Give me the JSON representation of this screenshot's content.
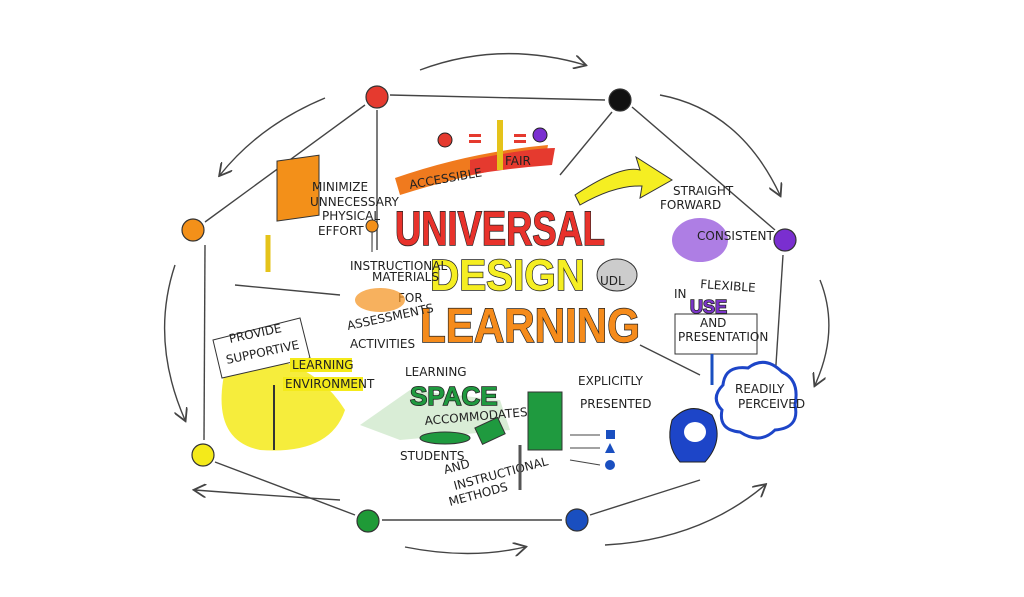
{
  "title": {
    "line1": "UNIVERSAL",
    "line2": "DESIGN",
    "line3": "FOR",
    "line4": "LEARNING"
  },
  "banner": {
    "left": "ACCESSIBLE",
    "right": "FAIR"
  },
  "labels": {
    "minimize": [
      "MINIMIZE",
      "UNNECESSARY",
      "PHYSICAL",
      "EFFORT"
    ],
    "instructional_materials": [
      "INSTRUCTIONAL",
      "MATERIALS"
    ],
    "assessments": "ASSESSMENTS",
    "activities": "ACTIVITIES",
    "straight_forward": [
      "STRAIGHT",
      "FORWARD"
    ],
    "consistent": "CONSISTENT",
    "udl": "UDL",
    "flexible": {
      "in": "IN",
      "flexible": "FLEXIBLE",
      "use": "USE",
      "and": "AND",
      "presentation": "PRESENTATION"
    },
    "provide_supportive": [
      "PROVIDE",
      "SUPPORTIVE"
    ],
    "learning_environment": [
      "LEARNING",
      "ENVIRONMENT"
    ],
    "learning_space": {
      "learning": "LEARNING",
      "space": "SPACE",
      "accommodates": "ACCOMMODATES"
    },
    "students": [
      "STUDENTS",
      "AND",
      "INSTRUCTIONAL",
      "METHODS"
    ],
    "explicitly_presented": [
      "EXPLICITLY",
      "PRESENTED"
    ],
    "readily_perceived": [
      "READILY",
      "PERCEIVED"
    ]
  },
  "nodes": [
    {
      "name": "red",
      "color": "#e53a2f"
    },
    {
      "name": "black",
      "color": "#111111"
    },
    {
      "name": "orange",
      "color": "#f39019"
    },
    {
      "name": "purple",
      "color": "#7a2fd0"
    },
    {
      "name": "yellow",
      "color": "#f4ea1a"
    },
    {
      "name": "green",
      "color": "#1f9a37"
    },
    {
      "name": "blue",
      "color": "#1a4fc0"
    }
  ],
  "colors": {
    "universal": "#e8322b",
    "design": "#f5ee22",
    "learning": "#f58b1b",
    "space": "#1f9a3f",
    "use": "#7b35c9",
    "head": "#1d45c8"
  }
}
